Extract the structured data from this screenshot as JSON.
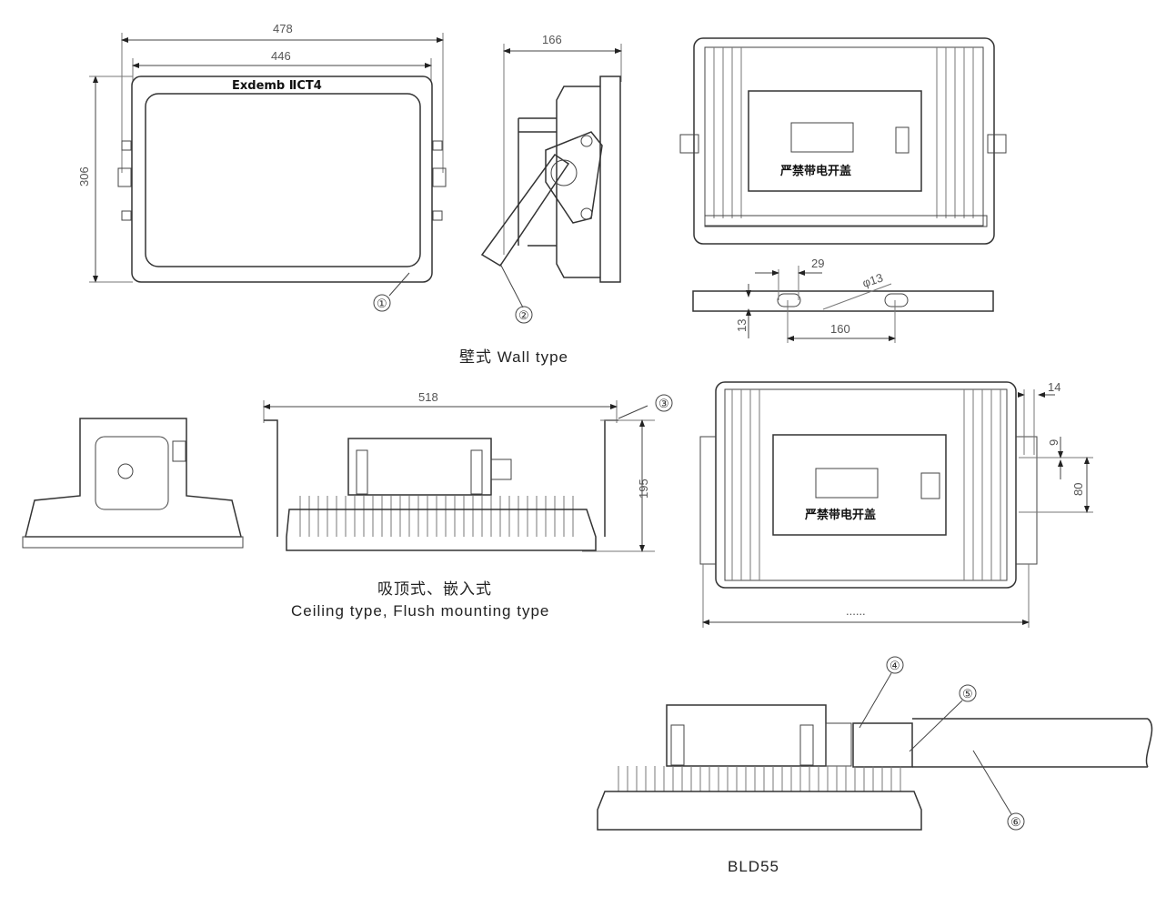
{
  "front_view": {
    "marking": "Exdemb ⅡCT4",
    "dim_width_outer": "478",
    "dim_width_inner": "446",
    "dim_height": "306",
    "callout": "①"
  },
  "side_view": {
    "dim_depth": "166",
    "callout": "②"
  },
  "back_view": {
    "warning_label": "严禁带电开盖"
  },
  "bracket_view": {
    "dim_slot_width": "29",
    "dim_hole": "φ13",
    "dim_slot_height": "13",
    "dim_hole_spacing": "160"
  },
  "wall_caption": "壁式 Wall type",
  "ceiling_view": {
    "dim_width": "518",
    "dim_height": "195",
    "callout": "③"
  },
  "flush_view": {
    "warning_label": "严禁带电开盖",
    "dim_flange": "14",
    "dim_offset": "9",
    "dim_spacing": "80",
    "dim_width": "......"
  },
  "ceiling_caption_cn": "吸顶式、嵌入式",
  "ceiling_caption_en": "Ceiling type, Flush mounting type",
  "pole_view": {
    "callouts": [
      "④",
      "⑤",
      "⑥"
    ]
  },
  "model_caption": "BLD55"
}
